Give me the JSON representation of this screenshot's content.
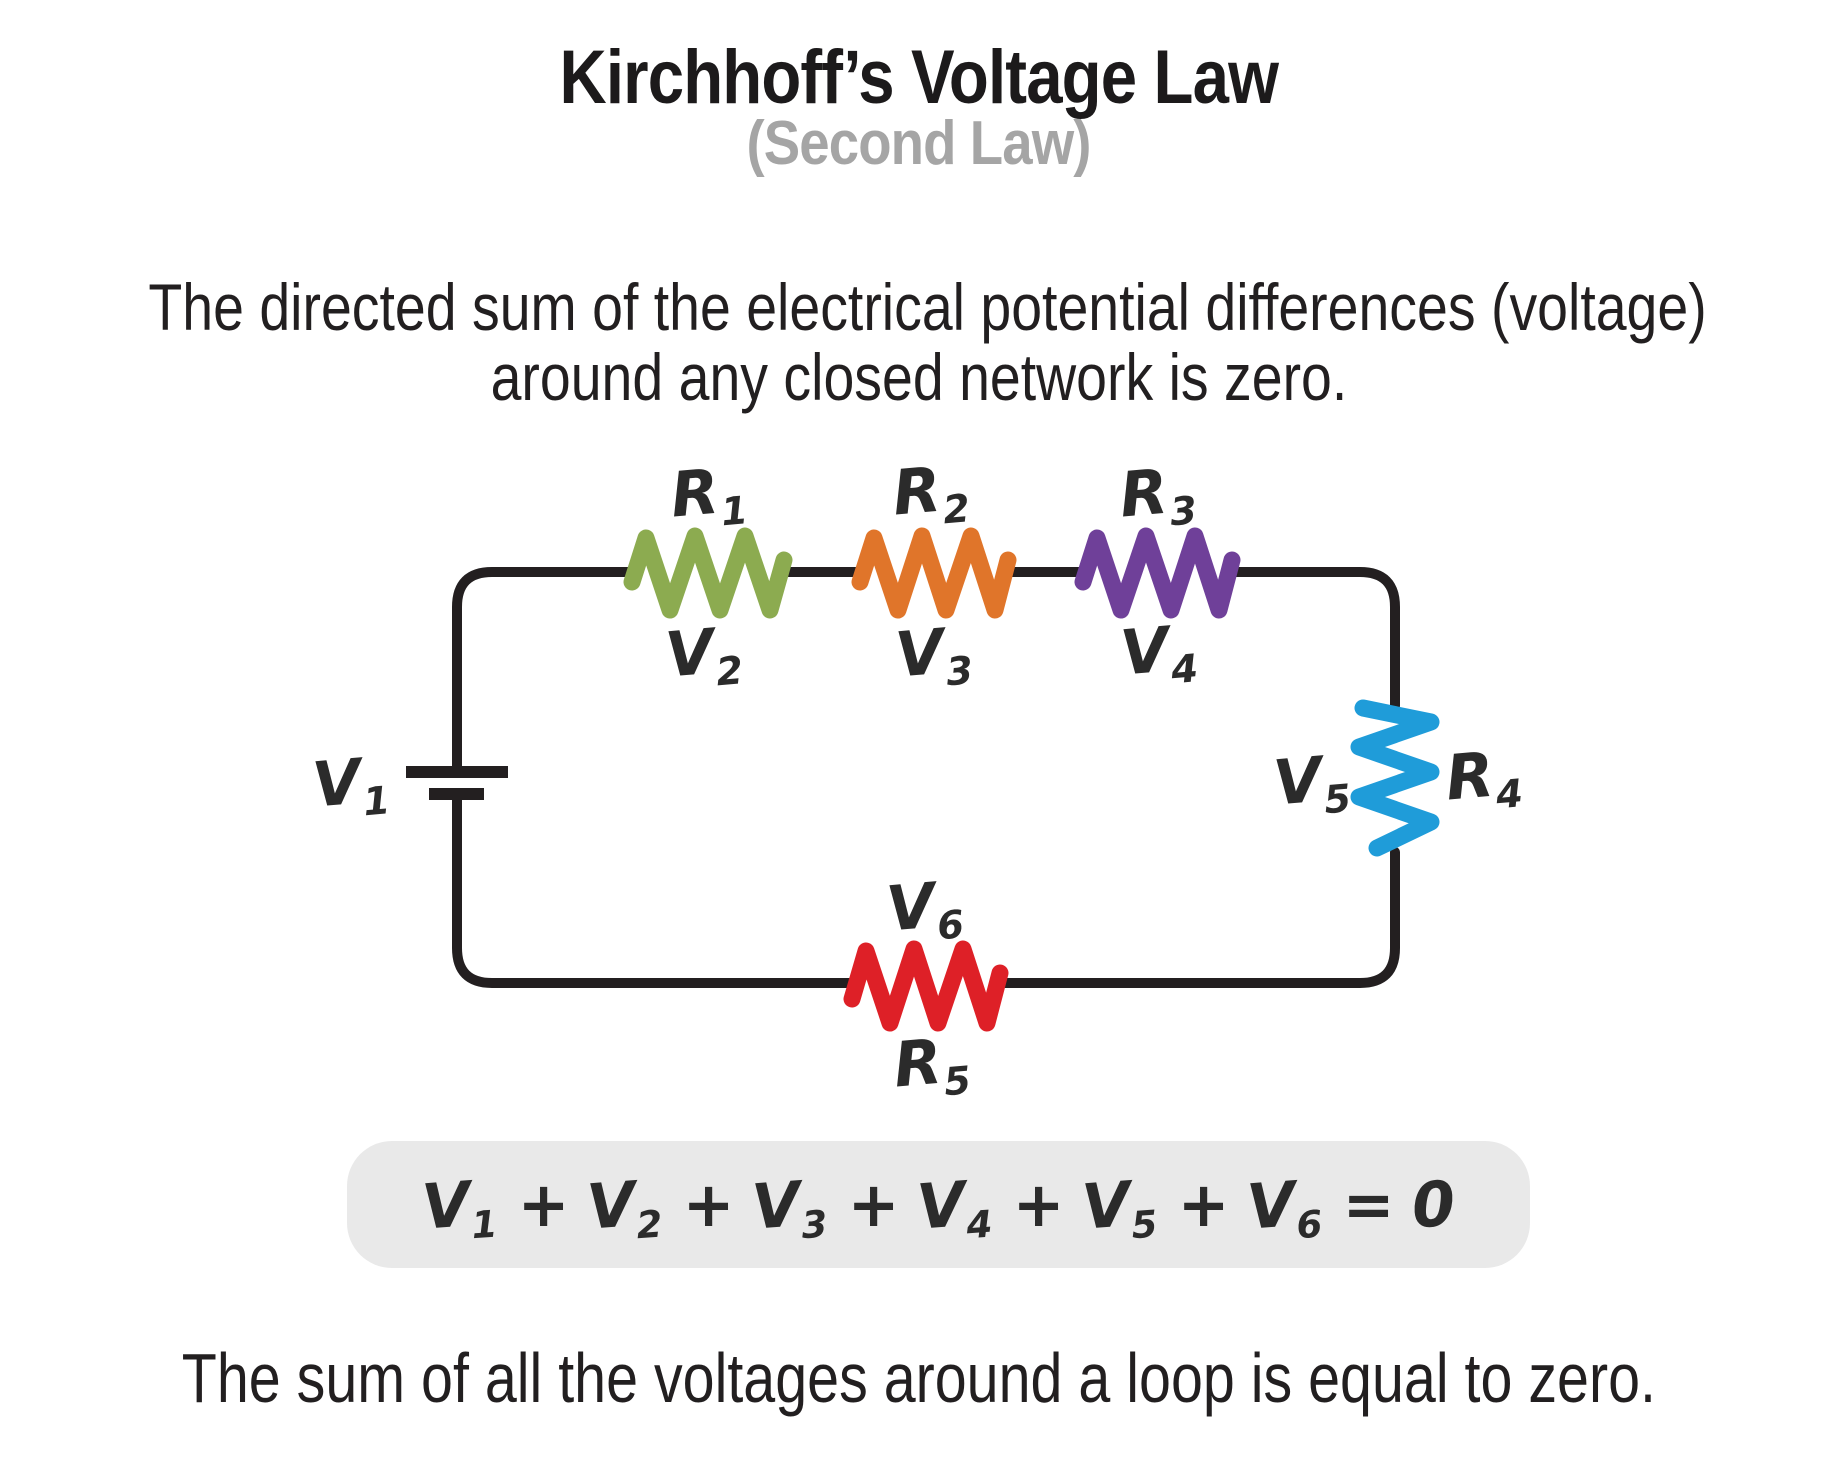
{
  "title": "Kirchhoff’s Voltage Law",
  "subtitle": "(Second Law)",
  "description": {
    "line1": "The directed sum of the electrical potential differences (voltage)",
    "line2": "around any closed network is zero."
  },
  "footer": "The sum of all the voltages around a loop is equal to zero.",
  "colors": {
    "text": "#231f20",
    "wire": "#231f20",
    "subtitle_gray": "#a5a5a5",
    "equation_box_bg": "#e9e9e9"
  },
  "circuit": {
    "battery_label": {
      "base": "V",
      "sub": "1"
    },
    "resistors": [
      {
        "name": "R1",
        "position": "top-left",
        "color": "#8CAB50",
        "r_label": {
          "base": "R",
          "sub": "1"
        },
        "v_label": {
          "base": "V",
          "sub": "2"
        }
      },
      {
        "name": "R2",
        "position": "top-mid",
        "color": "#E0752A",
        "r_label": {
          "base": "R",
          "sub": "2"
        },
        "v_label": {
          "base": "V",
          "sub": "3"
        }
      },
      {
        "name": "R3",
        "position": "top-right",
        "color": "#6F4099",
        "r_label": {
          "base": "R",
          "sub": "3"
        },
        "v_label": {
          "base": "V",
          "sub": "4"
        }
      },
      {
        "name": "R4",
        "position": "right",
        "color": "#1F9CD9",
        "r_label": {
          "base": "R",
          "sub": "4"
        },
        "v_label": {
          "base": "V",
          "sub": "5"
        }
      },
      {
        "name": "R5",
        "position": "bottom",
        "color": "#DE2027",
        "r_label": {
          "base": "R",
          "sub": "5"
        },
        "v_label": {
          "base": "V",
          "sub": "6"
        }
      }
    ]
  },
  "equation": {
    "terms": [
      {
        "base": "V",
        "sub": "1"
      },
      {
        "base": "V",
        "sub": "2"
      },
      {
        "base": "V",
        "sub": "3"
      },
      {
        "base": "V",
        "sub": "4"
      },
      {
        "base": "V",
        "sub": "5"
      },
      {
        "base": "V",
        "sub": "6"
      }
    ],
    "plus": "+",
    "equals": "=",
    "zero": "0"
  }
}
